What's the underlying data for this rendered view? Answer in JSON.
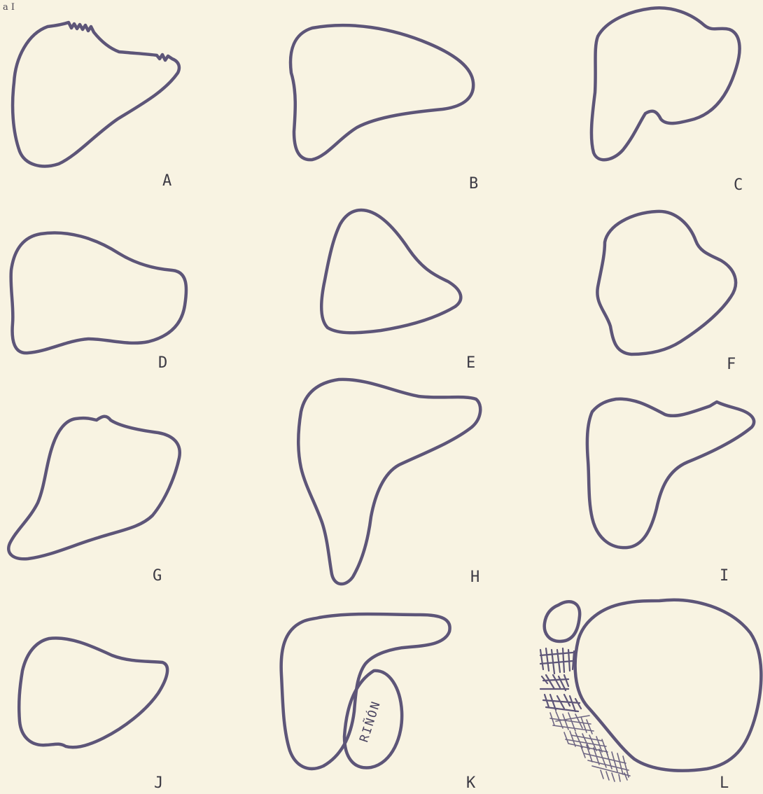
{
  "plate": {
    "corner_mark": "a I",
    "figures": [
      {
        "label": "A"
      },
      {
        "label": "B"
      },
      {
        "label": "C"
      },
      {
        "label": "D"
      },
      {
        "label": "E"
      },
      {
        "label": "F"
      },
      {
        "label": "G"
      },
      {
        "label": "H"
      },
      {
        "label": "I"
      },
      {
        "label": "J"
      },
      {
        "label": "K",
        "inner_label": "RIÑÓN"
      },
      {
        "label": "L"
      }
    ]
  },
  "colors": {
    "paper": "#f8f3e2",
    "ink": "#5d5578"
  }
}
